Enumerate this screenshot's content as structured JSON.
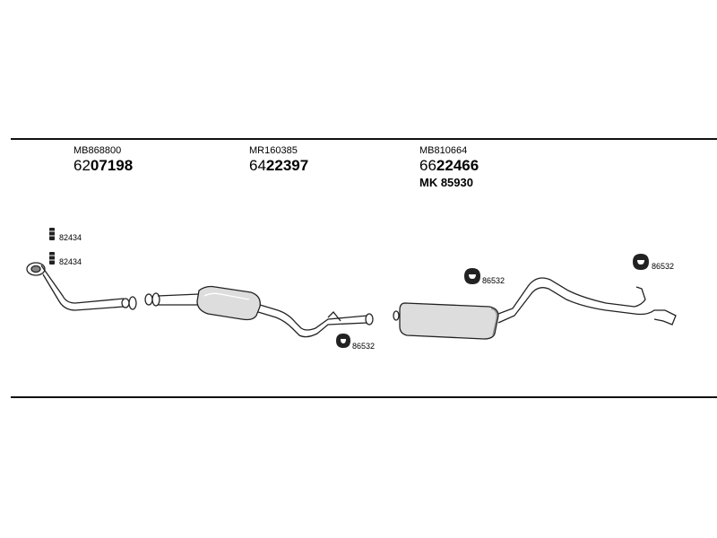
{
  "parts": [
    {
      "oem": "MB868800",
      "pn_prefix": "62",
      "pn_main": "07198"
    },
    {
      "oem": "MR160385",
      "pn_prefix": "64",
      "pn_main": "22397"
    },
    {
      "oem": "MB810664",
      "pn_prefix": "66",
      "pn_main": "22466",
      "alt": "MK 85930"
    }
  ],
  "labels": {
    "clamp_upper": "82434",
    "clamp_lower": "82434",
    "hanger_mid": "86532",
    "hanger_rear_left": "86532",
    "hanger_rear_right": "86532"
  }
}
